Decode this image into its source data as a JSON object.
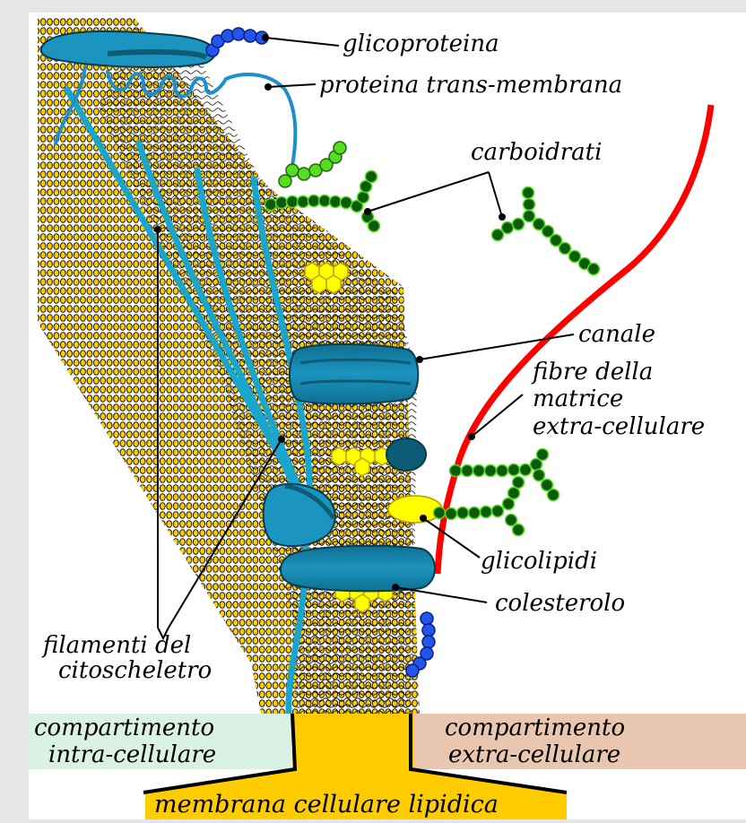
{
  "labels": {
    "glycoprotein": "glicoproteina",
    "transmembrane_protein": "proteina trans-membrana",
    "carbohydrates": "carboidrati",
    "channel": "canale",
    "ecm_fibers_line1": "fibre della",
    "ecm_fibers_line2": "matrice",
    "ecm_fibers_line3": "extra-cellulare",
    "glycolipids": "glicolipidi",
    "cholesterol": "colesterolo",
    "cytoskeleton_line1": "filamenti del",
    "cytoskeleton_line2": "citoscheletro",
    "intracellular_line1": "compartimento",
    "intracellular_line2": "intra-cellulare",
    "extracellular_line1": "compartimento",
    "extracellular_line2": "extra-cellulare",
    "membrane": "membrana cellulare lipidica"
  },
  "colors": {
    "background": "#e6e6e6",
    "panel": "#ffffff",
    "lipid_head": "#ffcc00",
    "protein": "#1a8cb3",
    "protein_dark": "#0d5c77",
    "filament": "#1aa6cc",
    "carbohydrate": "#0d5a0d",
    "carbohydrate_light": "#55dd22",
    "glycan_blue": "#2255ee",
    "cholesterol": "#ffff00",
    "ecm_fiber": "#ff0000",
    "intracellular_box": "#d9f2e4",
    "extracellular_box": "#e8c6b0",
    "membrane_box": "#ffcc00"
  }
}
